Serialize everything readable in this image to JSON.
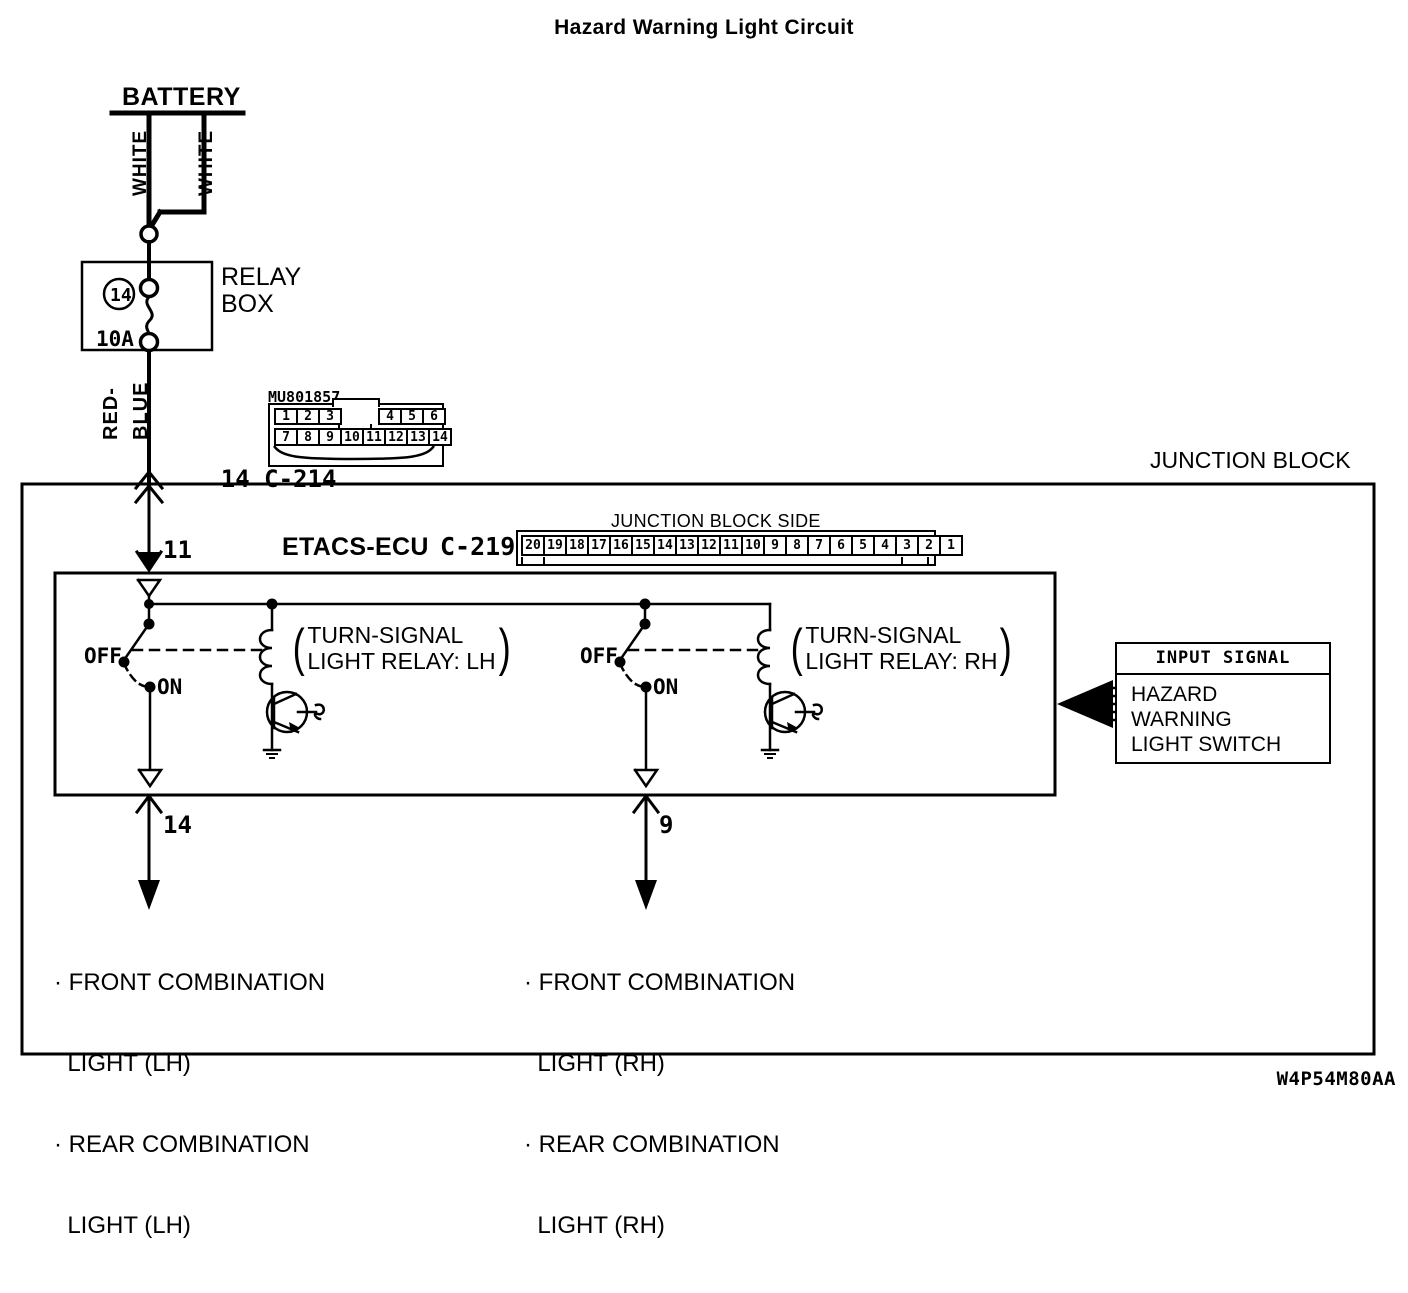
{
  "title": "Hazard Warning Light Circuit",
  "drawing_code": "W4P54M80AA",
  "power": {
    "source_label": "BATTERY",
    "wire_left_color": "WHITE",
    "wire_right_color": "WHITE",
    "fuse_box_label_line1": "RELAY",
    "fuse_box_label_line2": "BOX",
    "fuse_number": "14",
    "fuse_rating": "10A",
    "output_wire_color_line1": "RED-",
    "output_wire_color_line2": "BLUE"
  },
  "connector_c214": {
    "part_number": "MU801857",
    "pin_ref": "14",
    "name": "C-214",
    "top_left_pins": [
      "1",
      "2",
      "3"
    ],
    "top_right_pins": [
      "4",
      "5",
      "6"
    ],
    "bottom_pins": [
      "7",
      "8",
      "9",
      "10",
      "11",
      "12",
      "13",
      "14"
    ]
  },
  "junction_block": {
    "label": "JUNCTION BLOCK",
    "ecu_label": "ETACS-ECU",
    "ecu_connector": "C-219",
    "connector_side_label": "JUNCTION BLOCK SIDE",
    "connector_pins": [
      "20",
      "19",
      "18",
      "17",
      "16",
      "15",
      "14",
      "13",
      "12",
      "11",
      "10",
      "9",
      "8",
      "7",
      "6",
      "5",
      "4",
      "3",
      "2",
      "1"
    ],
    "input_pin": "11"
  },
  "relay_lh": {
    "name_line1": "TURN-SIGNAL",
    "name_line2": "LIGHT RELAY: LH",
    "switch_off": "OFF",
    "switch_on": "ON",
    "output_pin": "14"
  },
  "relay_rh": {
    "name_line1": "TURN-SIGNAL",
    "name_line2": "LIGHT RELAY: RH",
    "switch_off": "OFF",
    "switch_on": "ON",
    "output_pin": "9"
  },
  "input_signal": {
    "header": "INPUT SIGNAL",
    "line1": "HAZARD",
    "line2": "WARNING",
    "line3": "LIGHT SWITCH"
  },
  "loads_lh": {
    "item1_line1": "· FRONT COMBINATION",
    "item1_line2": "  LIGHT (LH)",
    "item2_line1": "· REAR COMBINATION",
    "item2_line2": "  LIGHT (LH)"
  },
  "loads_rh": {
    "item1_line1": "· FRONT COMBINATION",
    "item1_line2": "  LIGHT (RH)",
    "item2_line1": "· REAR COMBINATION",
    "item2_line2": "  LIGHT (RH)"
  },
  "colors": {
    "ink": "#000000",
    "paper": "#ffffff"
  }
}
